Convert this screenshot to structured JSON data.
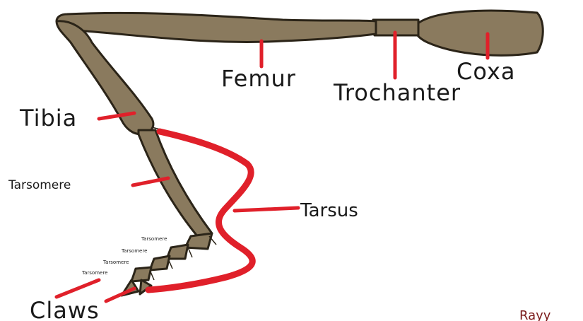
{
  "labels": {
    "femur": "Femur",
    "trochanter": "Trochanter",
    "coxa": "Coxa",
    "tibia": "Tibia",
    "tarsomere_large": "Tarsomere",
    "tarsus": "Tarsus",
    "tarsomere_small": [
      "Tarsomere",
      "Tarsomere",
      "Tarsomere",
      "Tarsomere"
    ],
    "claws": "Claws"
  },
  "signature": "Rayy",
  "colors": {
    "leg_fill": "#8a7a5e",
    "leg_outline": "#2b2418",
    "pointer": "#e0202a",
    "text": "#1a1a1a",
    "signature": "#7a1a1a"
  }
}
